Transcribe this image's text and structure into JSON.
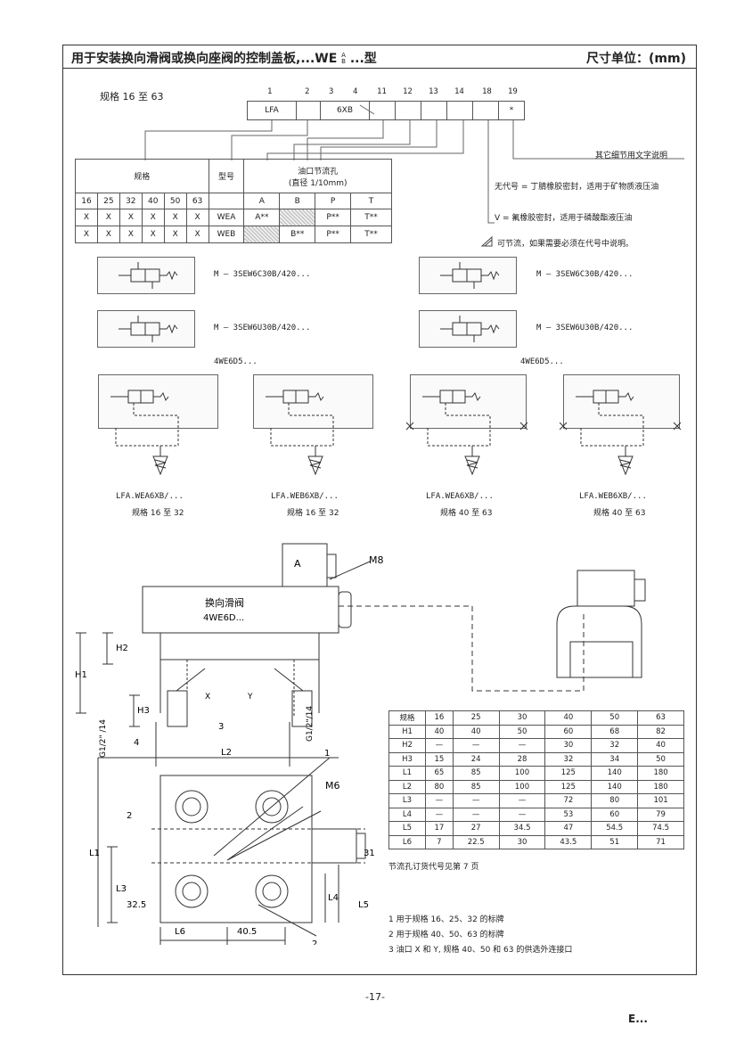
{
  "header": {
    "title": "用于安装换向滑阀或换向座阀的控制盖板,...WE",
    "title_sup": "A",
    "title_subsc": "B",
    "title_tail": "...型",
    "units": "尺寸单位：(mm)"
  },
  "ordering": {
    "size_label": "规格 16 至 63",
    "positions": [
      "1",
      "2",
      "3",
      "4",
      "11",
      "12",
      "13",
      "14",
      "18",
      "19"
    ],
    "code_lfa": "LFA",
    "code_6xb": "6XB",
    "code_star": "*",
    "note_other": "其它细节用文字说明",
    "seal_none": "无代号 =  丁腈橡胶密封，适用于矿物质液压油",
    "seal_v": "V       =  氟橡胶密封，适用于磷酸酯液压油",
    "throttle_note": "可节流，如果需要必须在代号中说明。"
  },
  "spec_table": {
    "h_size": "规格",
    "h_type": "型号",
    "h_orifice": "油口节流孔",
    "h_orifice_sub": "(直径 1/10mm)",
    "sizes": [
      "16",
      "25",
      "32",
      "40",
      "50",
      "63"
    ],
    "ports": [
      "A",
      "B",
      "P",
      "T"
    ],
    "rows": [
      {
        "marks": [
          "X",
          "X",
          "X",
          "X",
          "X",
          "X"
        ],
        "type": "WEA",
        "A": "A**",
        "B": "",
        "P": "P**",
        "T": "T**"
      },
      {
        "marks": [
          "X",
          "X",
          "X",
          "X",
          "X",
          "X"
        ],
        "type": "WEB",
        "A": "",
        "B": "B**",
        "P": "P**",
        "T": "T**"
      }
    ]
  },
  "valves": {
    "v1": "M — 3SEW6C30B/420...",
    "v2": "M — 3SEW6C30B/420...",
    "v3": "M — 3SEW6U30B/420...",
    "v4": "M — 3SEW6U30B/420...",
    "we_left": "4WE6D5...",
    "we_right": "4WE6D5..."
  },
  "schematics": [
    {
      "code": "LFA.WEA6XB/...",
      "size": "规格 16 至 32"
    },
    {
      "code": "LFA.WEB6XB/...",
      "size": "规格 16 至 32"
    },
    {
      "code": "LFA.WEA6XB/...",
      "size": "规格 40 至 63"
    },
    {
      "code": "LFA.WEB6XB/...",
      "size": "规格 40 至 63"
    }
  ],
  "drawing": {
    "valve_label": "换向滑阀",
    "valve_code": "4WE6D...",
    "m8": "M8",
    "m6": "M6",
    "lbl_a": "A",
    "lbl_x": "X",
    "lbl_y": "Y",
    "lbl_1": "1",
    "lbl_2": "2",
    "lbl_3": "3",
    "h1": "H1",
    "h2": "H2",
    "h3": "H3",
    "l1": "L1",
    "l2": "L2",
    "l3": "L3",
    "l4": "L4",
    "l5": "L5",
    "l6": "L6",
    "g_left": "G1/2\" /14",
    "g_right": "G1/2\"/14",
    "d4": "4",
    "d2": "2",
    "d31": "31",
    "d325": "32.5",
    "d405": "40.5"
  },
  "dims_table": {
    "header": [
      "规格",
      "16",
      "25",
      "30",
      "40",
      "50",
      "63"
    ],
    "rows": [
      [
        "H1",
        "40",
        "40",
        "50",
        "60",
        "68",
        "82"
      ],
      [
        "H2",
        "—",
        "—",
        "—",
        "30",
        "32",
        "40"
      ],
      [
        "H3",
        "15",
        "24",
        "28",
        "32",
        "34",
        "50"
      ],
      [
        "L1",
        "65",
        "85",
        "100",
        "125",
        "140",
        "180"
      ],
      [
        "L2",
        "80",
        "85",
        "100",
        "125",
        "140",
        "180"
      ],
      [
        "L3",
        "—",
        "—",
        "—",
        "72",
        "80",
        "101"
      ],
      [
        "L4",
        "—",
        "—",
        "—",
        "53",
        "60",
        "79"
      ],
      [
        "L5",
        "17",
        "27",
        "34.5",
        "47",
        "54.5",
        "74.5"
      ],
      [
        "L6",
        "7",
        "22.5",
        "30",
        "43.5",
        "51",
        "71"
      ]
    ],
    "note": "节流孔订货代号见第 7 页"
  },
  "footnotes": [
    "1  用于规格 16、25、32 的标牌",
    "2  用于规格 40、50、63 的标牌",
    "3  油口 X 和 Y, 规格 40、50 和 63 的供选外连接口"
  ],
  "footer": {
    "page": "-17-",
    "mark": "E..."
  }
}
